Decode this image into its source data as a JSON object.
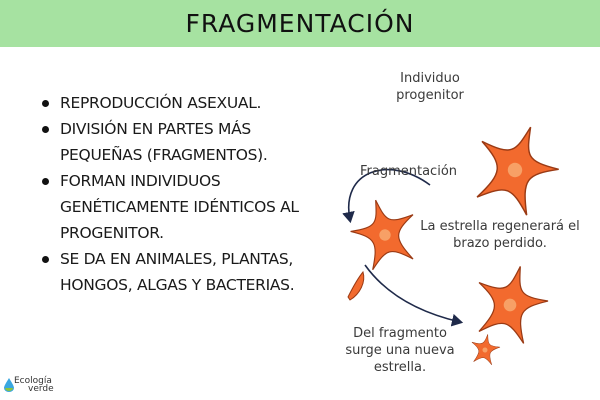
{
  "header": {
    "title": "FRAGMENTACIÓN",
    "background": "#a6e2a1"
  },
  "bullets": [
    "REPRODUCCIÓN ASEXUAL.",
    "DIVISIÓN EN PARTES MÁS PEQUEÑAS (FRAGMENTOS).",
    "FORMAN INDIVIDUOS GENÉTICAMENTE IDÉNTICOS AL PROGENITOR.",
    "SE DA EN ANIMALES, PLANTAS, HONGOS, ALGAS Y BACTERIAS."
  ],
  "diagram": {
    "labels": {
      "parent": "Individuo progenitor",
      "fragmentation": "Fragmentación",
      "regenerate": "La estrella regenerará el brazo perdido.",
      "new_star": "Del fragmento surge una nueva estrella."
    },
    "icons": [
      "starfish-parent",
      "starfish-fragmenting",
      "starfish-regenerated",
      "arm-fragment",
      "starfish-new"
    ],
    "colors": {
      "starfish": "#f26a2e",
      "arrow": "#1f2a4a"
    }
  },
  "logo": {
    "line1": "Ecología",
    "line2": "verde"
  }
}
